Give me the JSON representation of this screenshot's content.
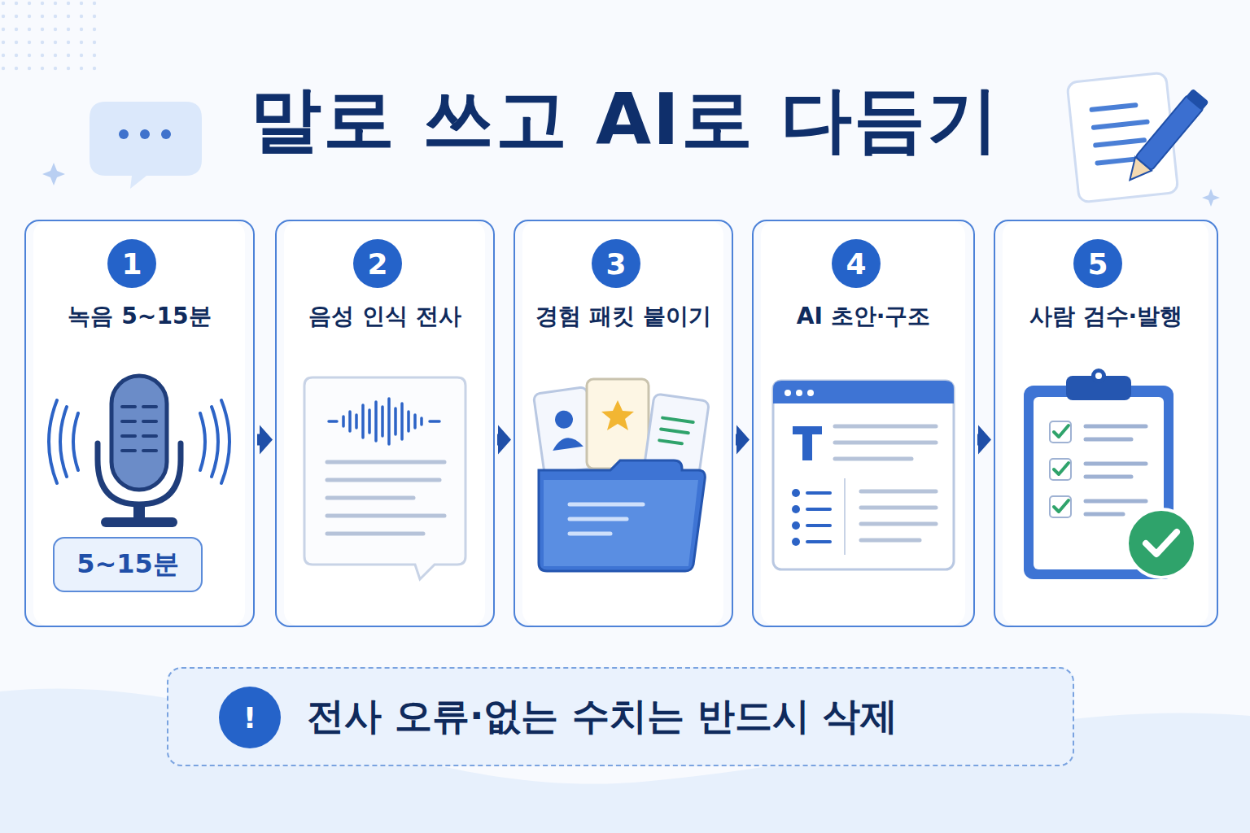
{
  "diagram": {
    "title": "말로 쓰고 AI로 다듬기",
    "nodes": [
      {
        "text": [
          "녹음 5~15분"
        ]
      },
      {
        "text": [
          "1"
        ],
        "in": 0
      },
      {
        "text": [
          "5~15분"
        ],
        "in": 0
      },
      {
        "text": [
          "음성 인식 전사"
        ]
      },
      {
        "text": [
          "2"
        ],
        "in": 3
      },
      {
        "text": [
          "경험 패킷 붙이기"
        ]
      },
      {
        "text": [
          "3"
        ],
        "in": 5
      },
      {
        "text": [
          "AI 초안·구조"
        ]
      },
      {
        "text": [
          "4"
        ],
        "in": 7
      },
      {
        "text": [
          "사람 검수·발행"
        ]
      },
      {
        "text": [
          "5"
        ],
        "in": 9
      },
      {
        "text": [
          "전사 오류·없는 수치는 반드시 삭제"
        ]
      },
      {
        "text": [
          "!"
        ],
        "in": 11
      }
    ],
    "edges": [
      {
        "from": 0,
        "to": 3,
        "arrow": "to"
      },
      {
        "from": 3,
        "to": 5,
        "arrow": "to"
      },
      {
        "from": 5,
        "to": 7,
        "arrow": "to"
      },
      {
        "from": 7,
        "to": 9,
        "arrow": "to"
      }
    ]
  }
}
